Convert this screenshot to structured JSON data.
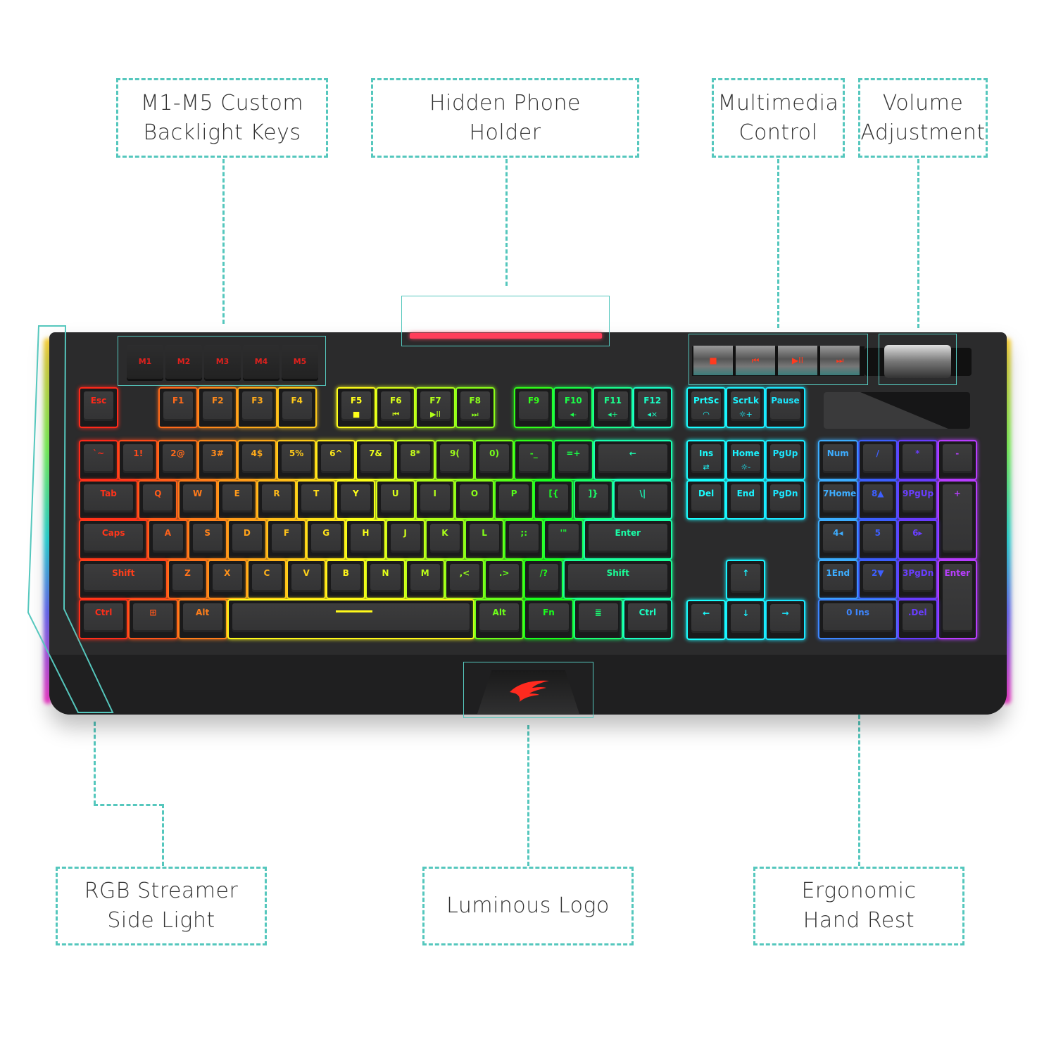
{
  "callouts": {
    "macro_keys": [
      "M1-M5 Custom",
      "Backlight Keys"
    ],
    "phone_holder": [
      "Hidden Phone",
      "Holder"
    ],
    "multimedia": [
      "Multimedia",
      "Control"
    ],
    "volume": [
      "Volume",
      "Adjustment"
    ],
    "side_light": [
      "RGB Streamer",
      "Side Light"
    ],
    "logo": [
      "Luminous Logo"
    ],
    "hand_rest": [
      "Ergonomic",
      "Hand Rest"
    ]
  },
  "colors": {
    "callout_line": "#55c7bd",
    "keyboard_body": "#2b2b2c",
    "macro_label": "#e0211d",
    "phone_holder_light": "#ff3d5a"
  },
  "keyboard": {
    "macro_keys": [
      "M1",
      "M2",
      "M3",
      "M4",
      "M5"
    ],
    "media_keys": [
      {
        "icon": "stop-icon",
        "glyph": "■"
      },
      {
        "icon": "previous-track-icon",
        "glyph": "⏮"
      },
      {
        "icon": "play-pause-icon",
        "glyph": "▶II"
      },
      {
        "icon": "next-track-icon",
        "glyph": "⏭"
      }
    ],
    "volume_roller": {
      "icon": "volume-roller"
    },
    "lock_indicators": [
      "num-lock-icon",
      "caps-lock-icon",
      "scroll-lock-icon"
    ],
    "function_row": {
      "esc": "Esc",
      "f_keys": [
        {
          "label": "F1",
          "sub": ""
        },
        {
          "label": "F2",
          "sub": ""
        },
        {
          "label": "F3",
          "sub": ""
        },
        {
          "label": "F4",
          "sub": ""
        },
        {
          "label": "F5",
          "sub": "■"
        },
        {
          "label": "F6",
          "sub": "⏮"
        },
        {
          "label": "F7",
          "sub": "▶II"
        },
        {
          "label": "F8",
          "sub": "⏭"
        },
        {
          "label": "F9",
          "sub": ""
        },
        {
          "label": "F10",
          "sub": "◂-"
        },
        {
          "label": "F11",
          "sub": "◂+"
        },
        {
          "label": "F12",
          "sub": "◂×"
        }
      ],
      "system": [
        {
          "label": "PrtSc",
          "sub": "◠"
        },
        {
          "label": "ScrLk",
          "sub": "☼+"
        },
        {
          "label": "Pause",
          "sub": ""
        }
      ]
    },
    "main_rows": [
      [
        "`~",
        "1!",
        "2@",
        "3#",
        "4$",
        "5%",
        "6^",
        "7&",
        "8*",
        "9(",
        "0)",
        "-_",
        "=+",
        "←"
      ],
      [
        "Tab",
        "Q",
        "W",
        "E",
        "R",
        "T",
        "Y",
        "U",
        "I",
        "O",
        "P",
        "[{",
        "]}",
        "\\|"
      ],
      [
        "Caps",
        "A",
        "S",
        "D",
        "F",
        "G",
        "H",
        "J",
        "K",
        "L",
        ";:",
        "'\"",
        "Enter"
      ],
      [
        "Shift",
        "Z",
        "X",
        "C",
        "V",
        "B",
        "N",
        "M",
        ",<",
        ".>",
        "/?",
        "Shift"
      ],
      [
        "Ctrl",
        "⊞",
        "Alt",
        "",
        "Alt",
        "Fn",
        "≣",
        "Ctrl"
      ]
    ],
    "nav_keys": [
      {
        "label": "Ins",
        "sub": "⇄"
      },
      {
        "label": "Home",
        "sub": "☼-"
      },
      {
        "label": "PgUp",
        "sub": ""
      },
      {
        "label": "Del",
        "sub": ""
      },
      {
        "label": "End",
        "sub": ""
      },
      {
        "label": "PgDn",
        "sub": ""
      }
    ],
    "arrow_keys": [
      "↑",
      "←",
      "↓",
      "→"
    ],
    "numpad": [
      "Num",
      "/",
      "*",
      "-",
      "7Home",
      "8▲",
      "9PgUp",
      "+",
      "4◂",
      "5",
      "6▸",
      "1End",
      "2▼",
      "3PgDn",
      "Enter",
      "0 Ins",
      ".Del"
    ]
  }
}
